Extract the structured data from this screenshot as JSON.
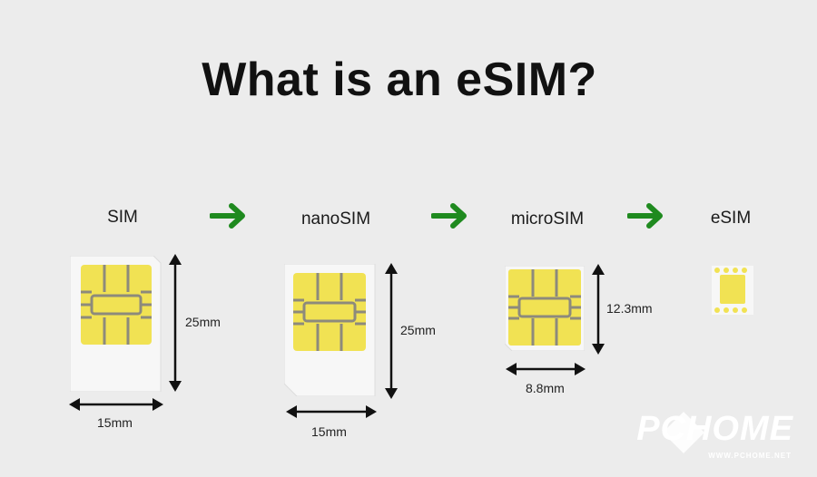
{
  "title": "What is an eSIM?",
  "stages": [
    {
      "label": "SIM",
      "width": "15mm",
      "height": "25mm"
    },
    {
      "label": "nanoSIM",
      "width": "15mm",
      "height": "25mm"
    },
    {
      "label": "microSIM",
      "width": "8.8mm",
      "height": "12.3mm"
    },
    {
      "label": "eSIM"
    }
  ],
  "watermark": {
    "brand": "PCHOME",
    "url": "WWW.PCHOME.NET"
  },
  "colors": {
    "chip": "#f1e253",
    "chip_line": "#8d8a7c",
    "arrow": "#1f8a1f",
    "card": "#f7f7f7"
  }
}
